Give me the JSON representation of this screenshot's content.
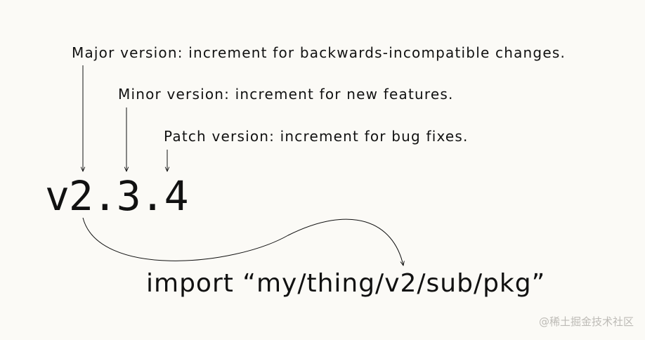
{
  "labels": {
    "major": "Major version: increment for backwards-incompatible changes.",
    "minor": "Minor version: increment for new features.",
    "patch": "Patch version: increment for bug fixes."
  },
  "version": "v2.3.4",
  "import_statement": "import “my/thing/v2/sub/pkg”",
  "watermark": "@稀土掘金技术社区",
  "colors": {
    "background": "#fbfaf6",
    "text": "#111111",
    "watermark": "#bdbbb6"
  }
}
